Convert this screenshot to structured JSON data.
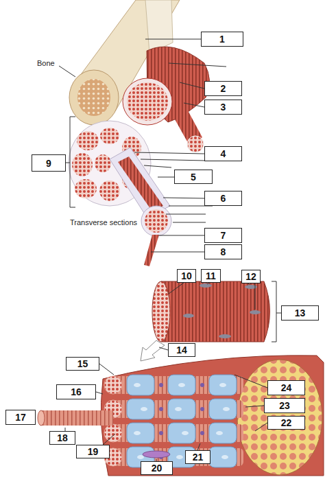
{
  "diagram": {
    "nodes": [
      {
        "text": [
          "1"
        ]
      },
      {
        "text": [
          "2"
        ]
      },
      {
        "text": [
          "3"
        ]
      },
      {
        "text": [
          "4"
        ]
      },
      {
        "text": [
          "5"
        ]
      },
      {
        "text": [
          "6"
        ]
      },
      {
        "text": [
          "7"
        ]
      },
      {
        "text": [
          "8"
        ]
      },
      {
        "text": [
          "9"
        ]
      },
      {
        "text": [
          "10"
        ]
      },
      {
        "text": [
          "11"
        ]
      },
      {
        "text": [
          "12"
        ]
      },
      {
        "text": [
          "13"
        ]
      },
      {
        "text": [
          "14"
        ]
      },
      {
        "text": [
          "15"
        ]
      },
      {
        "text": [
          "16"
        ]
      },
      {
        "text": [
          "17"
        ]
      },
      {
        "text": [
          "18"
        ]
      },
      {
        "text": [
          "19"
        ]
      },
      {
        "text": [
          "20"
        ]
      },
      {
        "text": [
          "21"
        ]
      },
      {
        "text": [
          "22"
        ]
      },
      {
        "text": [
          "23"
        ]
      },
      {
        "text": [
          "24"
        ]
      }
    ],
    "labels": [
      "Bone",
      "Transverse sections"
    ]
  }
}
